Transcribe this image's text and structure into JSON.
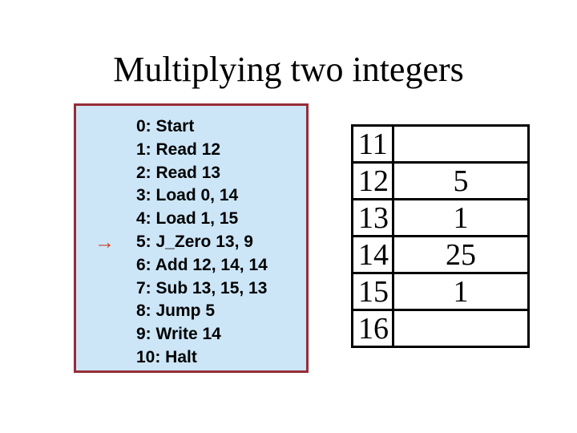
{
  "title": "Multiplying two integers",
  "arrow": {
    "glyph": "→",
    "color": "#d04020",
    "points_to_line": "5: J_Zero 13, 9"
  },
  "program": {
    "box_background": "#cce6f8",
    "box_border_color": "#962d37",
    "lines": [
      "0: Start",
      "1: Read 12",
      "2: Read 13",
      "3: Load 0, 14",
      "4: Load 1, 15",
      "5: J_Zero 13, 9",
      "6: Add 12, 14, 14",
      "7: Sub 13, 15, 13",
      "8: Jump 5",
      "9: Write 14",
      "10: Halt"
    ]
  },
  "memory": {
    "rows": [
      {
        "address": "11",
        "value": ""
      },
      {
        "address": "12",
        "value": "5"
      },
      {
        "address": "13",
        "value": "1"
      },
      {
        "address": "14",
        "value": "25"
      },
      {
        "address": "15",
        "value": "1"
      },
      {
        "address": "16",
        "value": ""
      }
    ]
  }
}
